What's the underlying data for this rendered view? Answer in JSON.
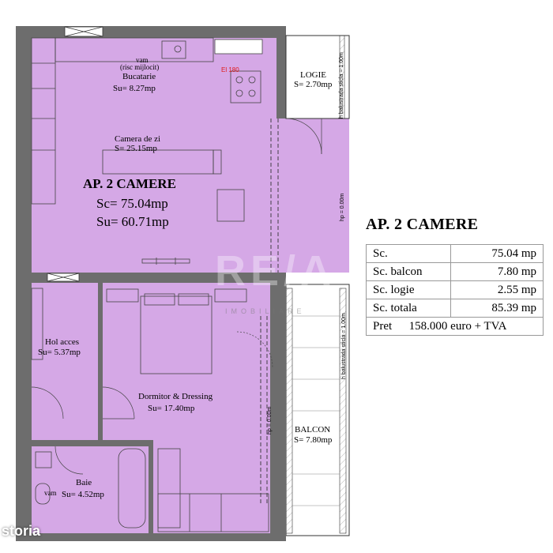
{
  "colors": {
    "room_fill": "#d5a8e6",
    "wall": "#555555",
    "balcony_fill": "#ffffff",
    "red_label": "#e01818"
  },
  "plan": {
    "main_title": "AP. 2 CAMERE",
    "main_sc": "Sc= 75.04mp",
    "main_su": "Su= 60.71mp",
    "rooms": {
      "kitchen": {
        "note": "vam",
        "note2": "(risc mijlocit)",
        "name": "Bucatarie",
        "area": "Su= 8.27mp",
        "tag": "El 180"
      },
      "living": {
        "name": "Camera de zi",
        "area": "S= 25.15mp"
      },
      "logia": {
        "name": "LOGIE",
        "area": "S= 2.70mp",
        "rail_note": "h balustrada sticla = 1.00m"
      },
      "hall": {
        "name": "Hol acces",
        "area": "Su= 5.37mp"
      },
      "bedroom": {
        "name": "Dormitor & Dressing",
        "area": "Su= 17.40mp"
      },
      "bath": {
        "name": "Baie",
        "area": "Su= 4.52mp",
        "tag": "vam"
      },
      "balcony": {
        "name": "BALCON",
        "area": "S= 7.80mp",
        "rail_note": "h balustrada sticla = 1.00m"
      }
    },
    "hp_notes": [
      "hp = 0.00m",
      "hp = 0.00m"
    ]
  },
  "summary": {
    "title": "AP. 2 CAMERE",
    "rows": [
      {
        "key": "Sc.",
        "value": "75.04 mp"
      },
      {
        "key": "Sc. balcon",
        "value": "7.80 mp"
      },
      {
        "key": "Sc. logie",
        "value": "2.55 mp"
      },
      {
        "key": "Sc. totala",
        "value": "85.39 mp"
      }
    ],
    "price_label": "Pret",
    "price_value": "158.000 euro + TVA"
  },
  "watermark": "RE/A",
  "watermark_sub": "IMOBILIARE",
  "brand": "storia"
}
